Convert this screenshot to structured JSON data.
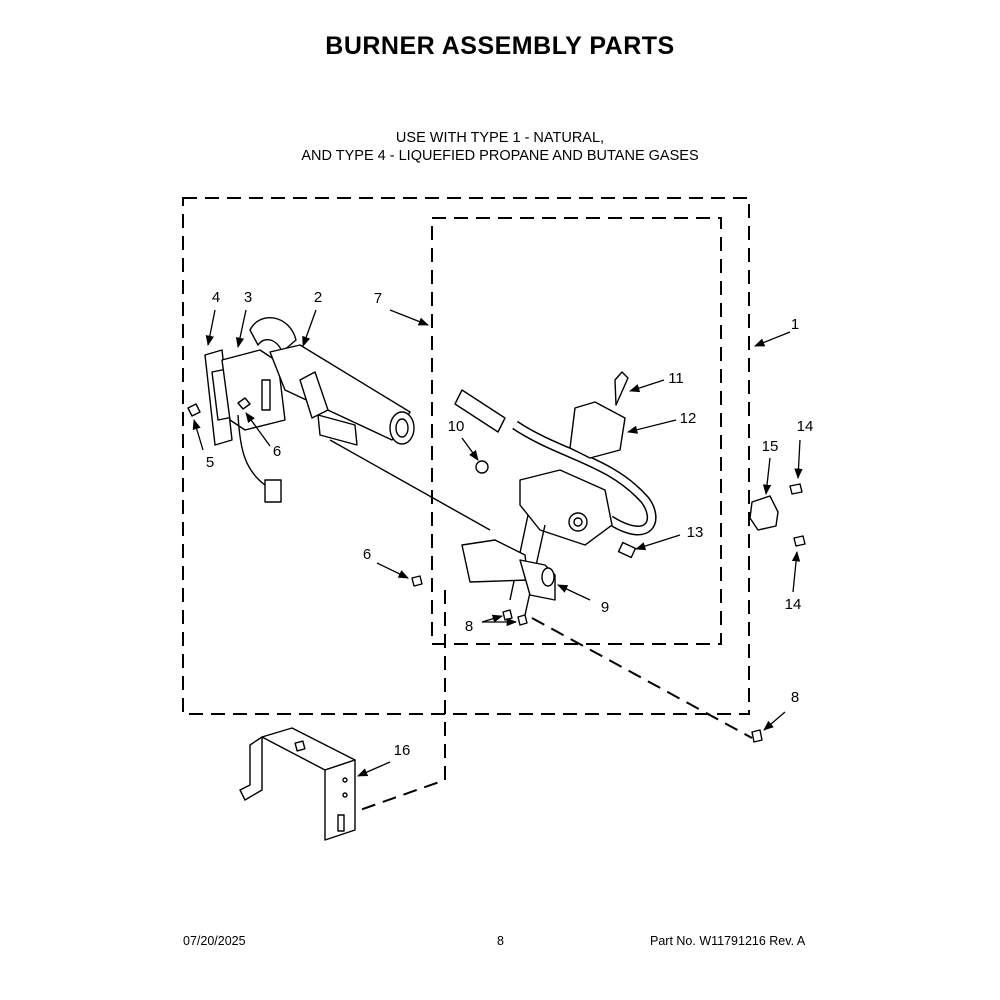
{
  "title": "BURNER ASSEMBLY PARTS",
  "subtitle_line1": "USE WITH TYPE 1 - NATURAL,",
  "subtitle_line2": "AND TYPE 4 - LIQUEFIED PROPANE AND BUTANE GASES",
  "callouts": {
    "c1": "1",
    "c2": "2",
    "c3": "3",
    "c4": "4",
    "c5": "5",
    "c6a": "6",
    "c6b": "6",
    "c7": "7",
    "c8a": "8",
    "c8b": "8",
    "c9": "9",
    "c10": "10",
    "c11": "11",
    "c12": "12",
    "c13": "13",
    "c14a": "14",
    "c14b": "14",
    "c15": "15",
    "c16": "16"
  },
  "footer": {
    "date": "07/20/2025",
    "page": "8",
    "part": "Part No.  W11791216  Rev.  A"
  }
}
